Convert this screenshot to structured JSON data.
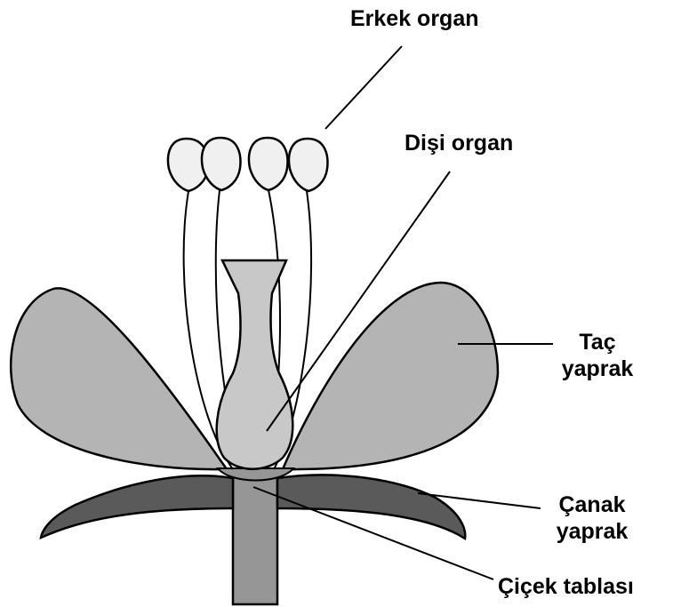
{
  "labels": {
    "erkek": "Erkek organ",
    "disi": "Dişi organ",
    "tac_1": "Taç",
    "tac_2": "yaprak",
    "canak_1": "Çanak",
    "canak_2": "yaprak",
    "tabla": "Çiçek tablası"
  },
  "colors": {
    "petal": "#b4b4b4",
    "sepal": "#5a5a5a",
    "stem": "#969696",
    "pistil": "#c8c8c8",
    "anther": "#f0f0f0",
    "outline": "#000000"
  }
}
